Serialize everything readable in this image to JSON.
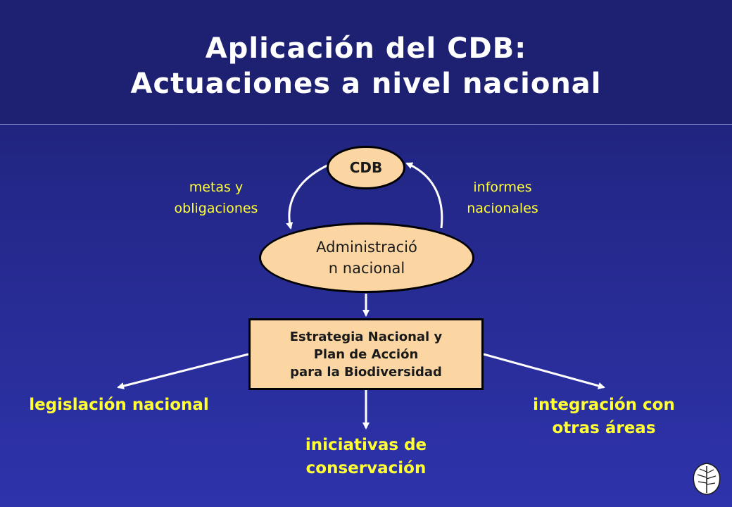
{
  "slide": {
    "title_line1": "Aplicación del CDB:",
    "title_line2": "Actuaciones a nivel nacional"
  },
  "nodes": {
    "cdb": "CDB",
    "admin_line1": "Administració",
    "admin_line2": "n nacional",
    "strategy_line1": "Estrategia Nacional y",
    "strategy_line2": "Plan de Acción",
    "strategy_line3": "para la Biodiversidad"
  },
  "edges": {
    "goals_line1": "metas y",
    "goals_line2": "obligaciones",
    "reports_line1": "informes",
    "reports_line2": "nacionales"
  },
  "outcomes": {
    "legislation": "legislación nacional",
    "conservation_line1": "iniciativas de",
    "conservation_line2": "conservación",
    "integration_line1": "integración con",
    "integration_line2": "otras áreas"
  },
  "colors": {
    "background": "#2a2f9e",
    "node_fill": "#fbd6a3",
    "label_yellow": "#ffff33",
    "title_white": "#ffffff"
  },
  "icons": {
    "logo": "leaf-icon"
  }
}
